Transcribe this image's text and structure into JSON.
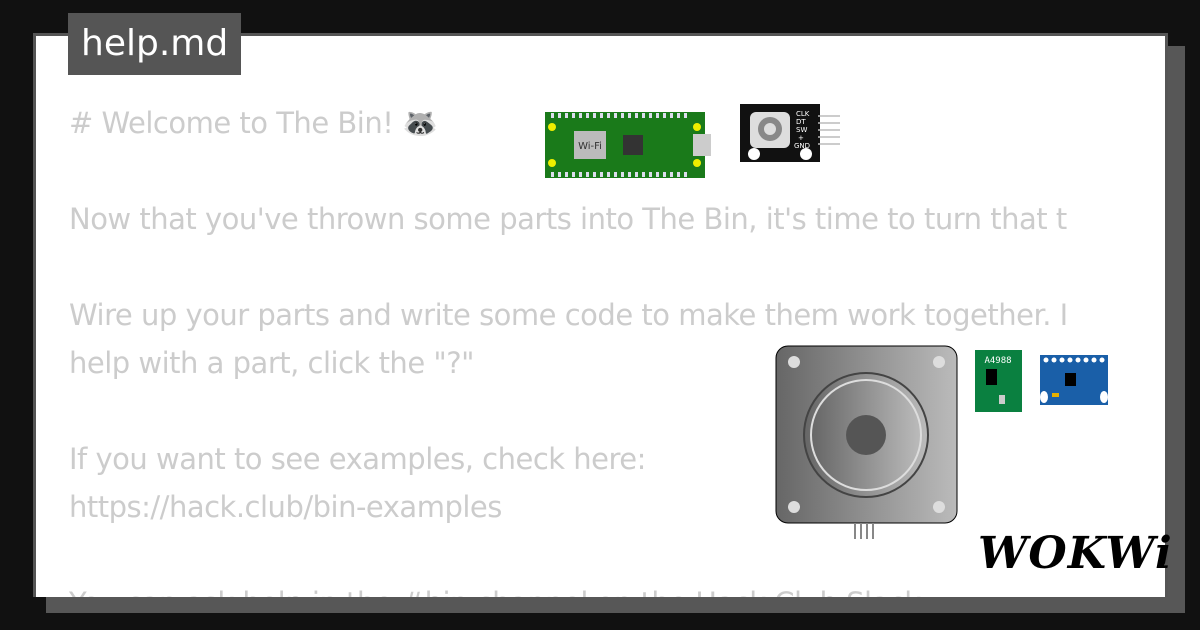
{
  "tab": {
    "title": "help.md"
  },
  "document": {
    "lines": [
      "# Welcome to The Bin! 🦝",
      "Now that you've thrown some parts into The Bin, it's time to turn that t",
      "Wire up your parts and write some code to make them work together. I",
      "help with a part, click the \"?\" ",
      "If you want to see examples, check here:",
      "https://hack.club/bin-examples",
      "You can ask help in the #bin channel on the Hack Club Slack"
    ]
  },
  "parts": {
    "pico_label": "Wi-Fi",
    "encoder_pins": [
      "CLK",
      "DT",
      "SW",
      "+",
      "GND"
    ],
    "driver_label": "A4988"
  },
  "brand": {
    "logo": "WOKWi"
  }
}
